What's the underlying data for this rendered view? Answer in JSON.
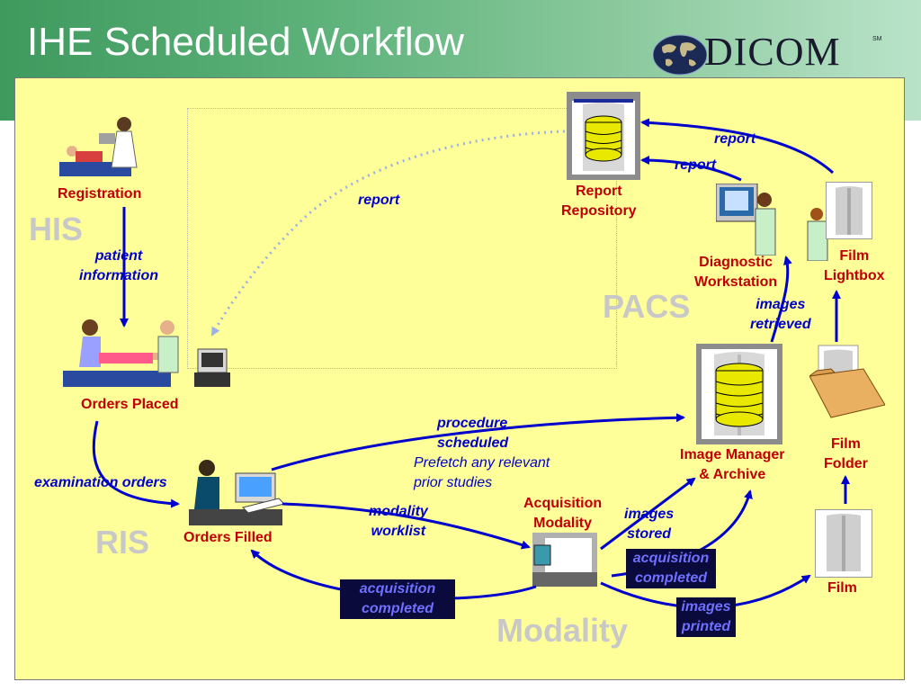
{
  "header": {
    "title": "IHE Scheduled Workflow",
    "logo_text": "DICOM",
    "logo_mark": "SM",
    "background_color": "#4fa66c"
  },
  "systems": {
    "his": "HIS",
    "ris": "RIS",
    "pacs": "PACS",
    "modality": "Modality"
  },
  "nodes": {
    "registration": "Registration",
    "orders_placed": "Orders Placed",
    "orders_filled": "Orders Filled",
    "acquisition_modality": [
      "Acquisition",
      "Modality"
    ],
    "image_manager": [
      "Image Manager",
      "& Archive"
    ],
    "report_repository": [
      "Report",
      "Repository"
    ],
    "diagnostic_workstation": [
      "Diagnostic",
      "Workstation"
    ],
    "film_lightbox": [
      "Film",
      "Lightbox"
    ],
    "film_folder": [
      "Film",
      "Folder"
    ],
    "film": "Film"
  },
  "transactions": {
    "patient_information": [
      "patient",
      "information"
    ],
    "examination_orders": "examination orders",
    "procedure_scheduled": [
      "procedure",
      "scheduled"
    ],
    "prefetch_note": [
      "Prefetch any relevant",
      "prior studies"
    ],
    "modality_worklist": [
      "modality",
      "worklist"
    ],
    "images_stored": [
      "images",
      "stored"
    ],
    "acquisition_completed_1": [
      "acquisition",
      "completed"
    ],
    "acquisition_completed_2": [
      "acquisition",
      "completed"
    ],
    "images_printed": [
      "images",
      "printed"
    ],
    "images_retrieved": [
      "images",
      "retrieved"
    ],
    "report_1": "report",
    "report_2": "report",
    "report_3": "report"
  },
  "colors": {
    "panel_background": "#ffff99",
    "node_label": "#c00000",
    "transaction_label": "#0000cc",
    "arrow": "#0000cc",
    "system_label": "#c8c8c8",
    "dark_label_background": "#0a0a3c",
    "dark_label_text": "#6f70ff"
  }
}
